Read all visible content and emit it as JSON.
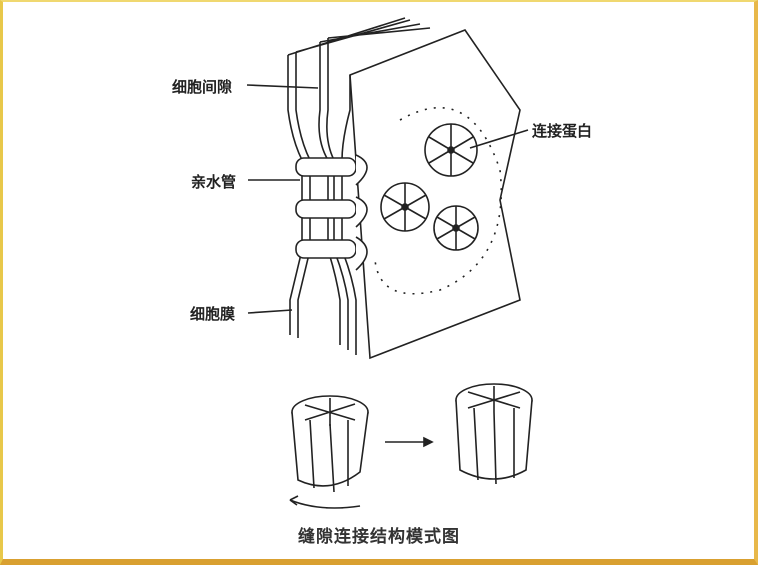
{
  "labels": {
    "intercellular_space": "细胞间隙",
    "hydrophilic_channel": "亲水管",
    "cell_membrane": "细胞膜",
    "connexin": "连接蛋白"
  },
  "caption": "缝隙连接结构模式图"
}
